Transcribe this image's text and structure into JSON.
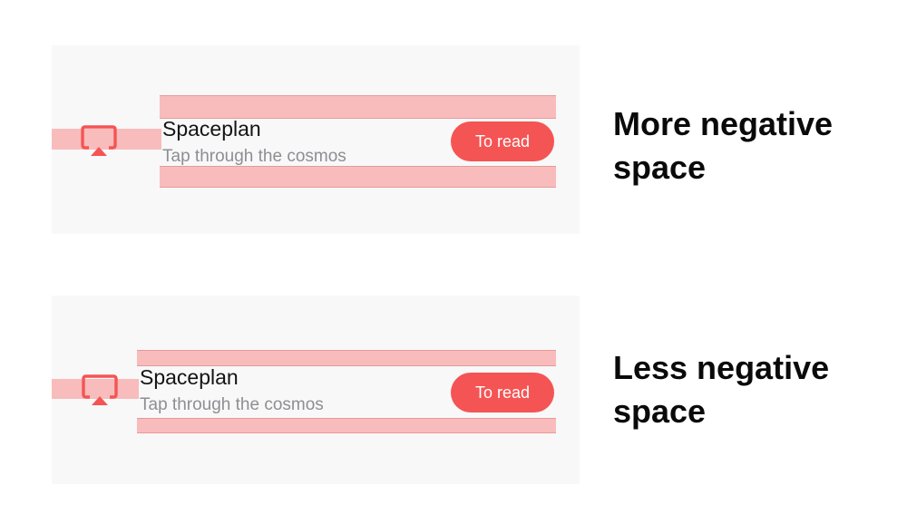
{
  "accent_color": "#f55454",
  "highlight_color": "#f8bcbc",
  "examples": [
    {
      "app_icon": "airplay-icon",
      "title": "Spaceplan",
      "subtitle": "Tap through the cosmos",
      "button_label": "To read",
      "caption_line1": "More negative",
      "caption_line2": "space"
    },
    {
      "app_icon": "airplay-icon",
      "title": "Spaceplan",
      "subtitle": "Tap through the cosmos",
      "button_label": "To read",
      "caption_line1": "Less negative",
      "caption_line2": "space"
    }
  ]
}
